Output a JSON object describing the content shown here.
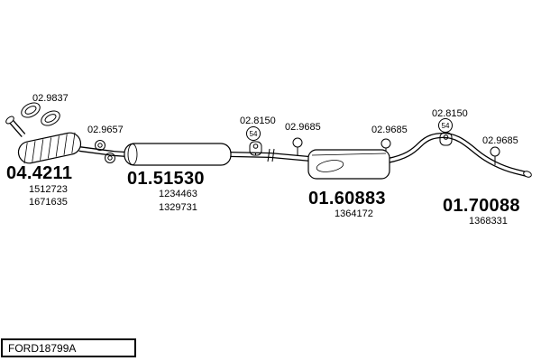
{
  "footer": {
    "code": "FORD18799A"
  },
  "badges": {
    "ring_size": "54"
  },
  "parts": {
    "gasket_top": {
      "number": "02.9837"
    },
    "clamp_front": {
      "number": "02.9657"
    },
    "cat": {
      "number": "04.4211",
      "refs": [
        "1512723",
        "1671635"
      ]
    },
    "mid_silencer": {
      "number": "01.51530",
      "refs": [
        "1234463",
        "1329731"
      ]
    },
    "mount_front": {
      "number": "02.8150"
    },
    "hanger_mid1": {
      "number": "02.9685"
    },
    "rear_silencer": {
      "number": "01.60883",
      "refs": [
        "1364172"
      ]
    },
    "hanger_mid2": {
      "number": "02.9685"
    },
    "mount_rear": {
      "number": "02.8150"
    },
    "hanger_tail": {
      "number": "02.9685"
    },
    "tail_pipe": {
      "number": "01.70088",
      "refs": [
        "1368331"
      ]
    }
  }
}
